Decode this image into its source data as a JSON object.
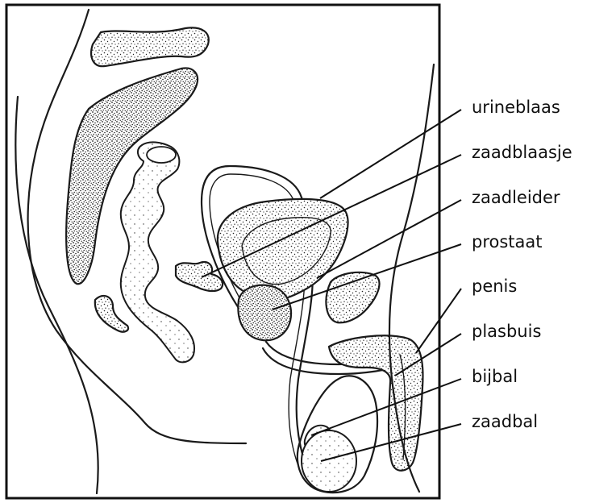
{
  "labels": [
    "urineblaas",
    "zaadblaasje",
    "zaadleider",
    "prostaat",
    "penis",
    "plasbuis",
    "bijbal",
    "zaadbal"
  ]
}
